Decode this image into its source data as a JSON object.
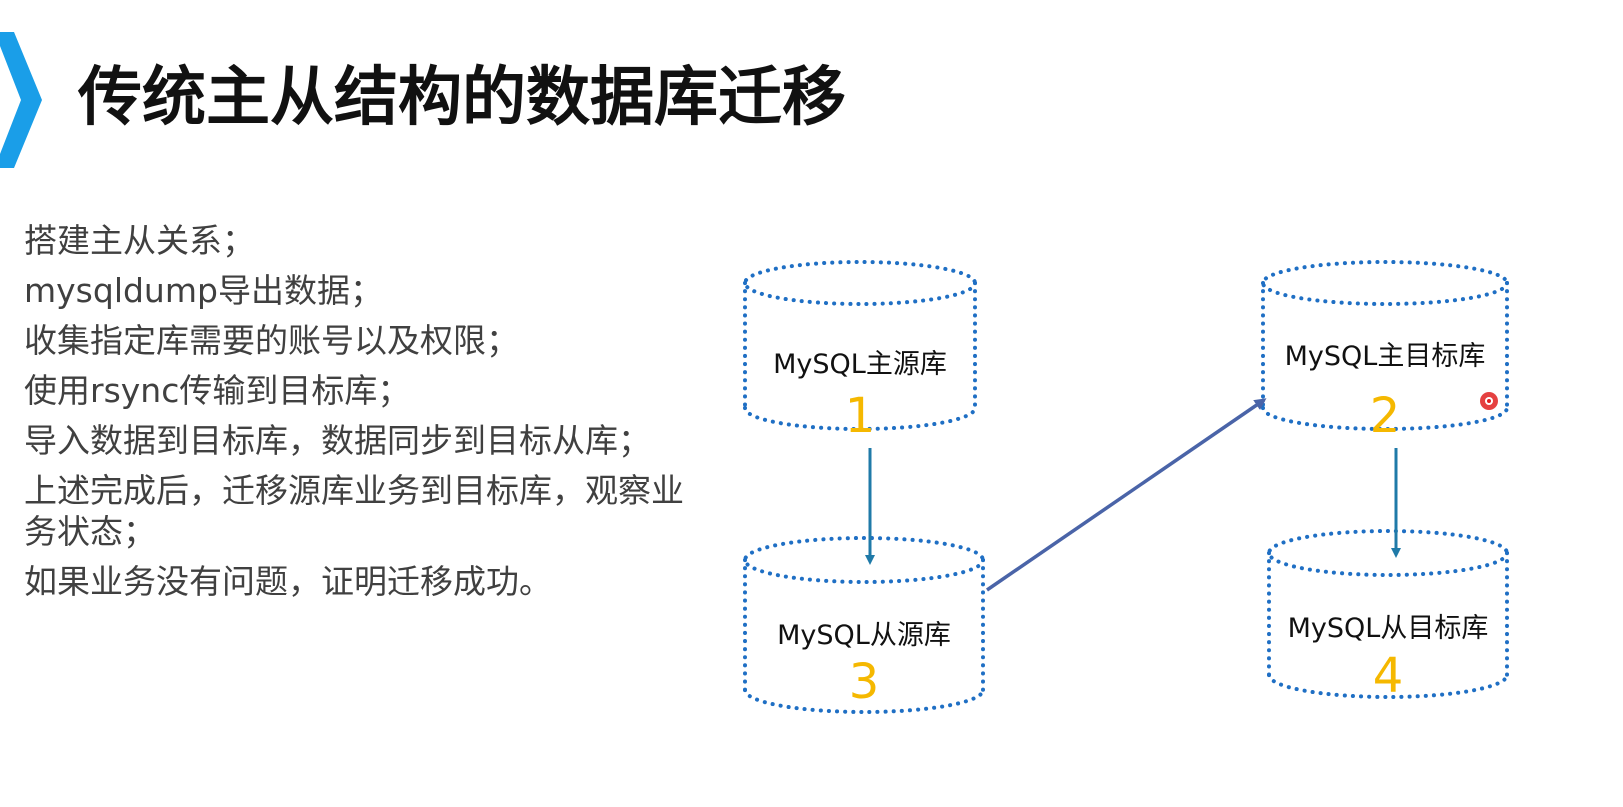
{
  "title": "传统主从结构的数据库迁移",
  "steps": [
    "搭建主从关系；",
    "mysqldump导出数据；",
    "收集指定库需要的账号以及权限；",
    "使用rsync传输到目标库；",
    "导入数据到目标库，数据同步到目标从库；",
    "上述完成后，迁移源库业务到目标库，观察业务状态；",
    "如果业务没有问题，证明迁移成功。"
  ],
  "databases": [
    {
      "label": "MySQL主源库",
      "number": "1"
    },
    {
      "label": "MySQL主目标库",
      "number": "2"
    },
    {
      "label": "MySQL从源库",
      "number": "3"
    },
    {
      "label": "MySQL从目标库",
      "number": "4"
    }
  ],
  "edges": [
    {
      "from": "1",
      "to": "3"
    },
    {
      "from": "3",
      "to": "2"
    },
    {
      "from": "2",
      "to": "4"
    }
  ],
  "colors": {
    "accent": "#1a9ee8",
    "cylinder_border": "#1f6fc4",
    "number": "#f5b800",
    "arrow_vertical": "#1f7aa8",
    "arrow_diagonal": "#4a64a8",
    "pointer": "#e02020"
  }
}
